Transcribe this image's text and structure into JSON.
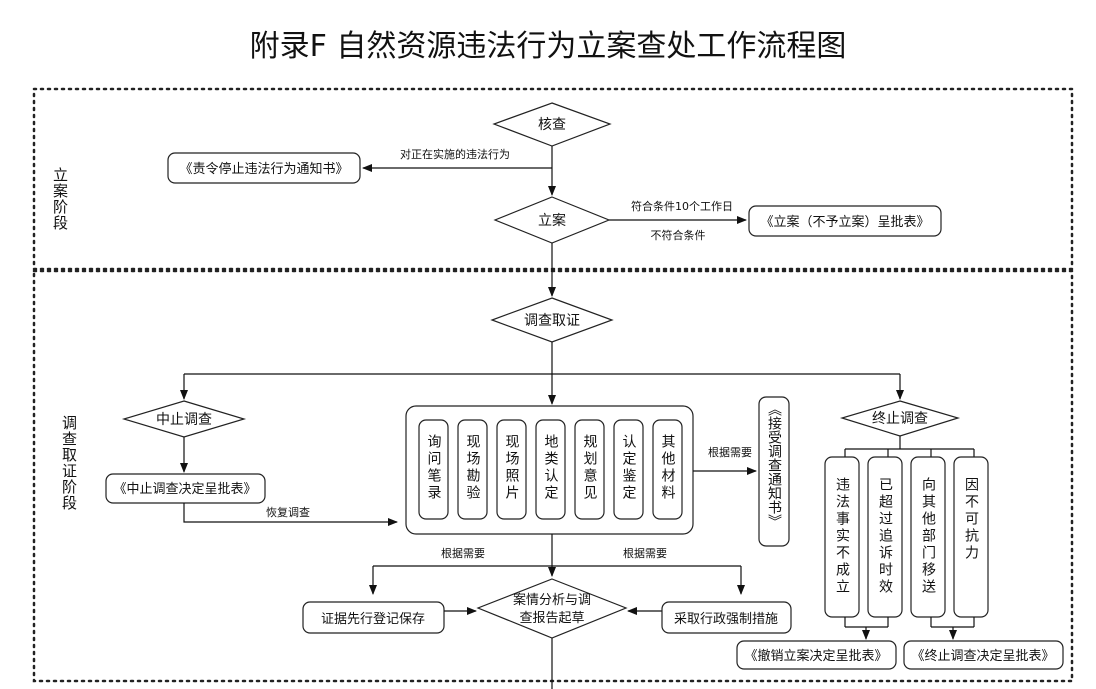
{
  "title": "附录F 自然资源违法行为立案查处工作流程图",
  "stages": {
    "filing": "立案阶段",
    "investigation": "调查取证阶段"
  },
  "nodes": {
    "verify": "核查",
    "stop_notice": "《责令停止违法行为通知书》",
    "file_case": "立案",
    "case_form": "《立案（不予立案）呈批表》",
    "investigate": "调查取证",
    "suspend": "中止调查",
    "suspend_form": "《中止调查决定呈批表》",
    "terminate": "终止调查",
    "accept_notice": "《接受调查通知书》",
    "evidence_register": "证据先行登记保存",
    "analysis_line1": "案情分析与调",
    "analysis_line2": "查报告起草",
    "enforcement": "采取行政强制措施",
    "revoke_form": "《撤销立案决定呈批表》",
    "terminate_form": "《终止调查决定呈批表》"
  },
  "evidence_items": [
    "询问笔录",
    "现场勘验",
    "现场照片",
    "地类认定",
    "规划意见",
    "认定鉴定",
    "其他材料"
  ],
  "termination_reasons": [
    "违法事实不成立",
    "已超过追诉时效",
    "向其他部门移送",
    "因不可抗力"
  ],
  "edge_labels": {
    "ongoing_violation": "对正在实施的违法行为",
    "meets_conditions": "符合条件10个工作日",
    "not_meet": "不符合条件",
    "resume": "恢复调查",
    "as_needed": "根据需要"
  }
}
